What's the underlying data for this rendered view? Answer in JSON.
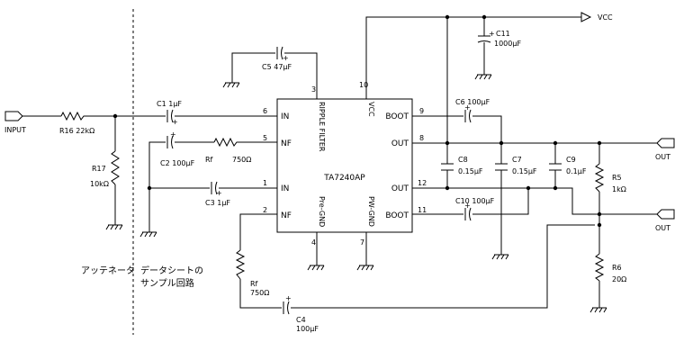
{
  "ic": {
    "name": "TA7240AP",
    "pin_labels": {
      "in1": "IN",
      "nf1": "NF",
      "in2": "IN",
      "nf2": "NF",
      "ripple": "RIPPLE FILTER",
      "vcc": "VCC",
      "pre_gnd": "Pre-GND",
      "pw_gnd": "PW-GND",
      "boot1": "BOOT",
      "out1": "OUT",
      "out2": "OUT",
      "boot2": "BOOT"
    },
    "pin_numbers": {
      "p6": "6",
      "p5": "5",
      "p1": "1",
      "p2": "2",
      "p3": "3",
      "p10": "10",
      "p4": "4",
      "p7": "7",
      "p9": "9",
      "p8": "8",
      "p12": "12",
      "p11": "11"
    }
  },
  "ports": {
    "input": "INPUT",
    "vcc": "VCC",
    "out_a": "OUT",
    "out_b": "OUT"
  },
  "components": {
    "r16": {
      "ref": "R16",
      "value": "22kΩ"
    },
    "r17": {
      "ref": "R17",
      "value": "10kΩ"
    },
    "c1": {
      "ref": "C1",
      "value": "1μF"
    },
    "c2": {
      "ref": "C2",
      "value": "100μF"
    },
    "rf1": {
      "ref": "Rf",
      "value": "750Ω"
    },
    "c3": {
      "ref": "C3",
      "value": "1μF"
    },
    "rf2": {
      "ref": "Rf",
      "value": "750Ω"
    },
    "c4": {
      "ref": "C4",
      "value": "100μF"
    },
    "c5": {
      "ref": "C5",
      "value": "47μF"
    },
    "c6": {
      "ref": "C6",
      "value": "100μF"
    },
    "c7": {
      "ref": "C7",
      "value": "0.15μF"
    },
    "c8": {
      "ref": "C8",
      "value": "0.15μF"
    },
    "c9": {
      "ref": "C9",
      "value": "0.1μF"
    },
    "c10": {
      "ref": "C10",
      "value": "100μF"
    },
    "c11": {
      "ref": "C11",
      "value": "1000μF"
    },
    "r5": {
      "ref": "R5",
      "value": "1kΩ"
    },
    "r6": {
      "ref": "R6",
      "value": "20Ω"
    }
  },
  "notes": {
    "attenuator": "アッテネータ",
    "datasheet_line1": "データシートの",
    "datasheet_line2": "サンプル回路"
  },
  "polarity_mark": "+"
}
